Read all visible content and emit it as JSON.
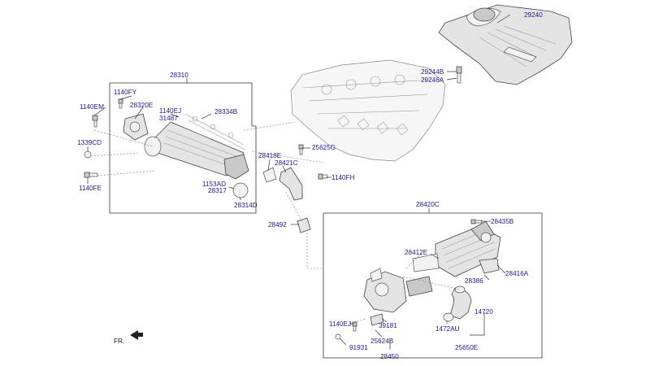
{
  "labels": {
    "p29240": "29240",
    "p29244b": "29244B",
    "p29246a": "29246A",
    "p28310": "28310",
    "p1140fy": "1140FY",
    "p1140em": "1140EM",
    "p28320e": "28320E",
    "p1140ej_top": "1140EJ",
    "p31487": "31487",
    "p28334b": "28334B",
    "p1339cd": "1339CD",
    "p1140fe": "1140FE",
    "p25625g": "25625G",
    "p28418e": "28418E",
    "p28421c": "28421C",
    "p1140fh": "1140FH",
    "p1153ad": "1153AD",
    "p28317": "28317",
    "p28314d": "28314D",
    "p28492": "28492",
    "p28420c": "28420C",
    "p28435b": "28435B",
    "p28412e": "28412E",
    "p28416a": "28416A",
    "p28386": "28386",
    "p14720": "14720",
    "p1472au": "1472AU",
    "p25650e": "25650E",
    "p1140ej_bottom": "1140EJ",
    "p39181": "39181",
    "p25624b": "25624B",
    "p91931": "91931",
    "p28450": "28450",
    "fr": "FR."
  }
}
